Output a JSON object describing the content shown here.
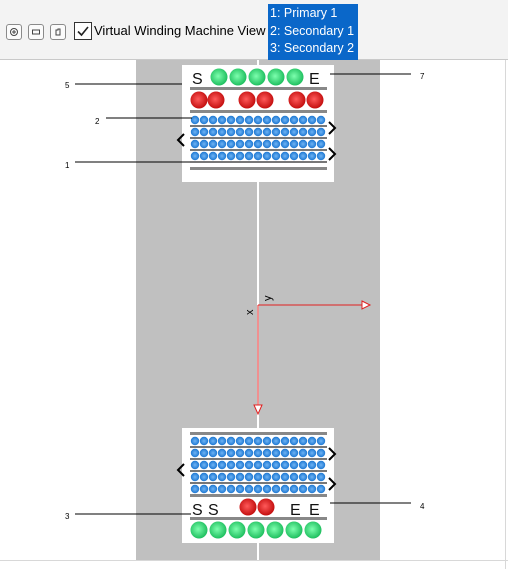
{
  "toolbar": {
    "zoom_in_icon": "zoom-in-icon",
    "zoom_out_icon": "zoom-out-icon",
    "fit_icon": "fit-view-icon",
    "virtual_view_checked": true,
    "virtual_view_label": "Virtual Winding Machine View"
  },
  "windings": [
    {
      "label": "1: Primary 1"
    },
    {
      "label": "2: Secondary 1"
    },
    {
      "label": "3: Secondary 2"
    }
  ],
  "callouts": {
    "c1": "1",
    "c2": "2",
    "c3": "3",
    "c4": "4",
    "c5": "5",
    "c7": "7"
  },
  "axes": {
    "x": "x",
    "y": "y"
  },
  "markers": {
    "start": "S",
    "end": "E"
  },
  "colors": {
    "lane": "#c0c0c0",
    "primary_wire": "#1e78d2",
    "secondary1_wire": "#dd1d1d",
    "secondary2_wire": "#22cc66",
    "axis": "#e02020",
    "selection": "#0a67c9"
  }
}
